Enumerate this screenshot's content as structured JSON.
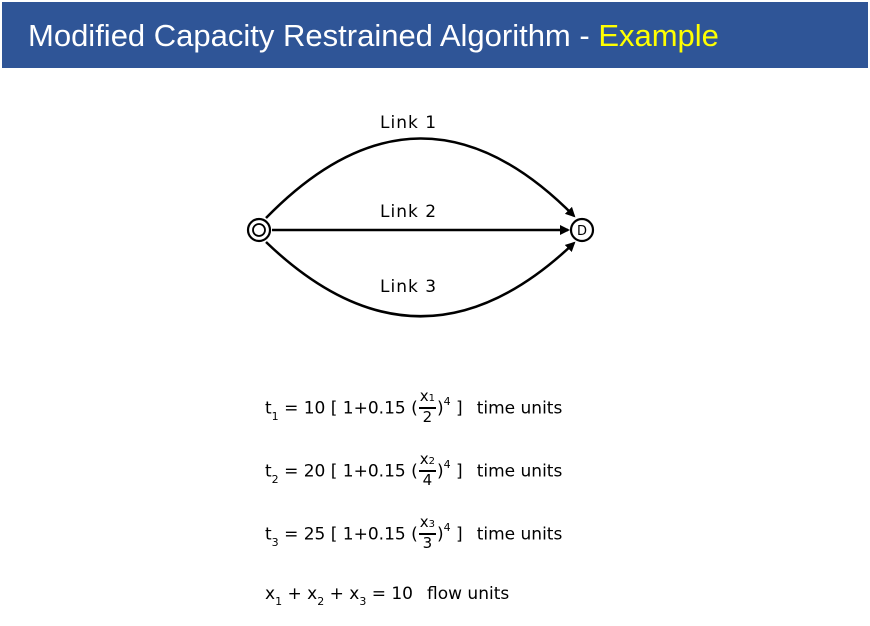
{
  "header": {
    "title_main": "Modified Capacity Restrained Algorithm - ",
    "title_highlight": "Example"
  },
  "diagram": {
    "origin_label": "O",
    "destination_label": "D",
    "links": [
      {
        "label": "Link 1"
      },
      {
        "label": "Link 2"
      },
      {
        "label": "Link 3"
      }
    ]
  },
  "equations": [
    {
      "t_sym": "t",
      "t_sub": "1",
      "eq_lead": " = 10 [ 1+0.15 (",
      "num_x": "x",
      "num_sub": "1",
      "den": "2",
      "close": ")",
      "exp": "4",
      "end": " ]",
      "units": "time units"
    },
    {
      "t_sym": "t",
      "t_sub": "2",
      "eq_lead": " = 20 [ 1+0.15 (",
      "num_x": "x",
      "num_sub": "2",
      "den": "4",
      "close": ")",
      "exp": "4",
      "end": " ]",
      "units": "time units"
    },
    {
      "t_sym": "t",
      "t_sub": "3",
      "eq_lead": " = 25 [ 1+0.15 (",
      "num_x": "x",
      "num_sub": "3",
      "den": "3",
      "close": ")",
      "exp": "4",
      "end": " ]",
      "units": "time units"
    }
  ],
  "flow_constraint": {
    "x1": "x",
    "s1": "1",
    "plus1": " + ",
    "x2": "x",
    "s2": "2",
    "plus2": " + ",
    "x3": "x",
    "s3": "3",
    "rhs": " = 10",
    "units": "flow units"
  }
}
